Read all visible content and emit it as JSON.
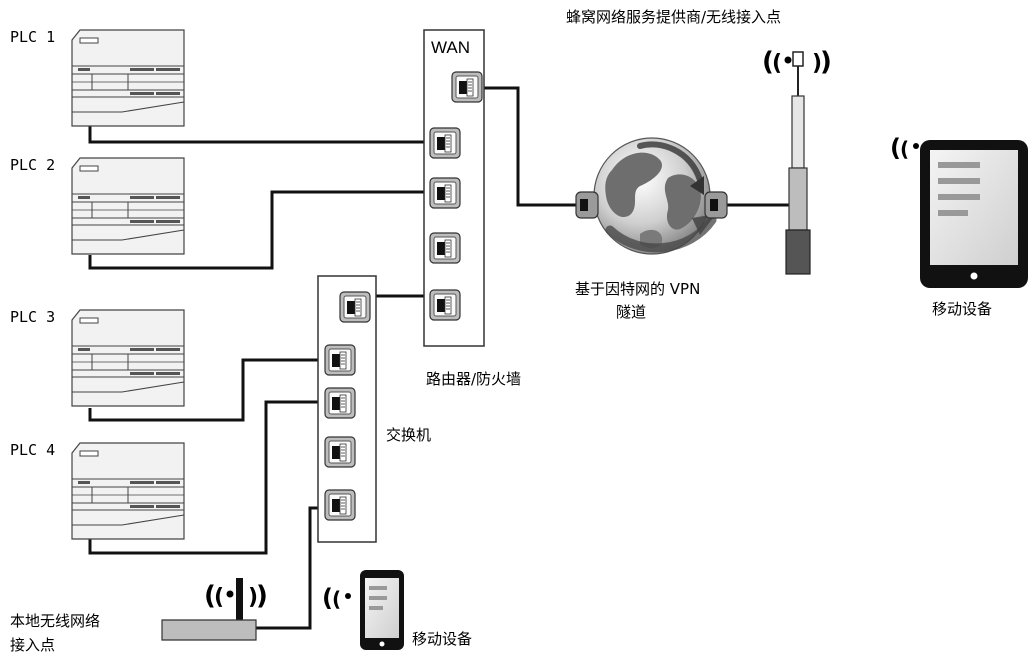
{
  "plcs": [
    "PLC 1",
    "PLC 2",
    "PLC 3",
    "PLC 4"
  ],
  "router": {
    "port_label": "WAN",
    "caption": "路由器/防火墙"
  },
  "switch": {
    "caption": "交换机"
  },
  "vpn": {
    "caption_line1": "基于因特网的 VPN",
    "caption_line2": "隧道"
  },
  "cellular": {
    "caption": "蜂窝网络服务提供商/无线接入点"
  },
  "mobile_remote": {
    "caption": "移动设备"
  },
  "mobile_local": {
    "caption": "移动设备"
  },
  "local_ap": {
    "caption_line1": "本地无线网络",
    "caption_line2": "接入点"
  }
}
